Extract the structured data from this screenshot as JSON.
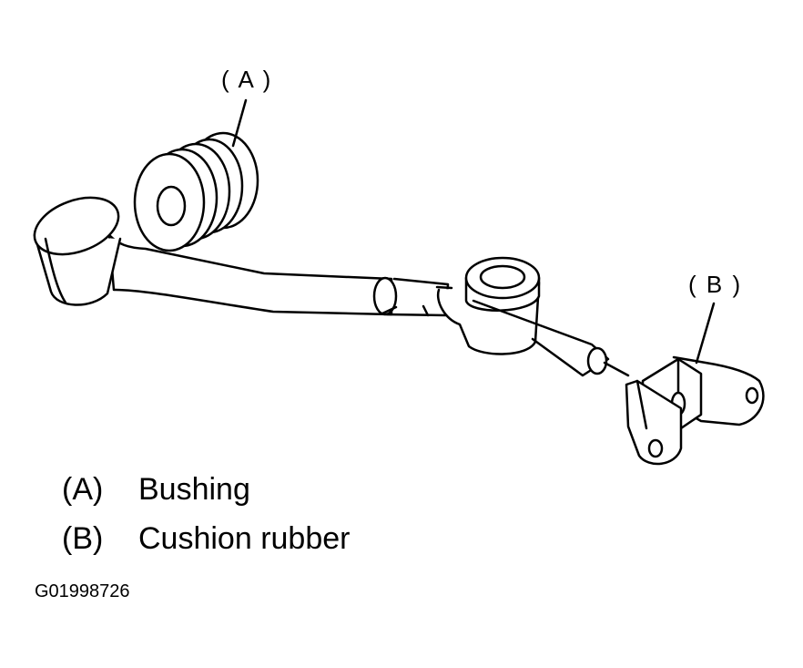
{
  "callouts": {
    "a": "( A )",
    "b": "( B )"
  },
  "legend": [
    {
      "key": "(A)",
      "text": "Bushing"
    },
    {
      "key": "(B)",
      "text": "Cushion rubber"
    }
  ],
  "figure_id": "G01998726",
  "colors": {
    "line": "#000000",
    "background": "#ffffff"
  }
}
